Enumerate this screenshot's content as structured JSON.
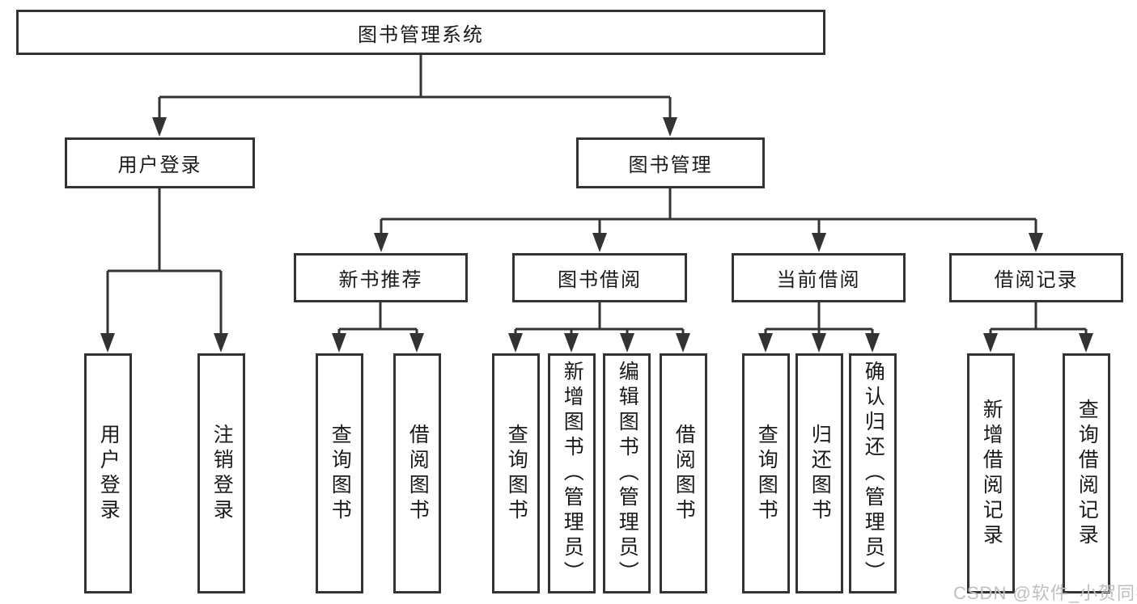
{
  "diagram": {
    "watermark": "CSDN @软件_小贺同学",
    "colors": {
      "line": "#333333",
      "border": "#333333",
      "text": "#1a1a1a",
      "watermark": "#bfbfbf",
      "background": "#ffffff"
    },
    "tree": {
      "label": "图书管理系统",
      "children": [
        {
          "label": "用户登录",
          "children": [
            {
              "label": "用户登录"
            },
            {
              "label": "注销登录"
            }
          ]
        },
        {
          "label": "图书管理",
          "children": [
            {
              "label": "新书推荐",
              "children": [
                {
                  "label": "查询图书"
                },
                {
                  "label": "借阅图书"
                }
              ]
            },
            {
              "label": "图书借阅",
              "children": [
                {
                  "label": "查询图书"
                },
                {
                  "label": "新增图书（管理员）"
                },
                {
                  "label": "编辑图书（管理员）"
                },
                {
                  "label": "借阅图书"
                }
              ]
            },
            {
              "label": "当前借阅",
              "children": [
                {
                  "label": "查询图书"
                },
                {
                  "label": "归还图书"
                },
                {
                  "label": "确认归还（管理员）"
                }
              ]
            },
            {
              "label": "借阅记录",
              "children": [
                {
                  "label": "新增借阅记录"
                },
                {
                  "label": "查询借阅记录"
                }
              ]
            }
          ]
        }
      ]
    }
  }
}
